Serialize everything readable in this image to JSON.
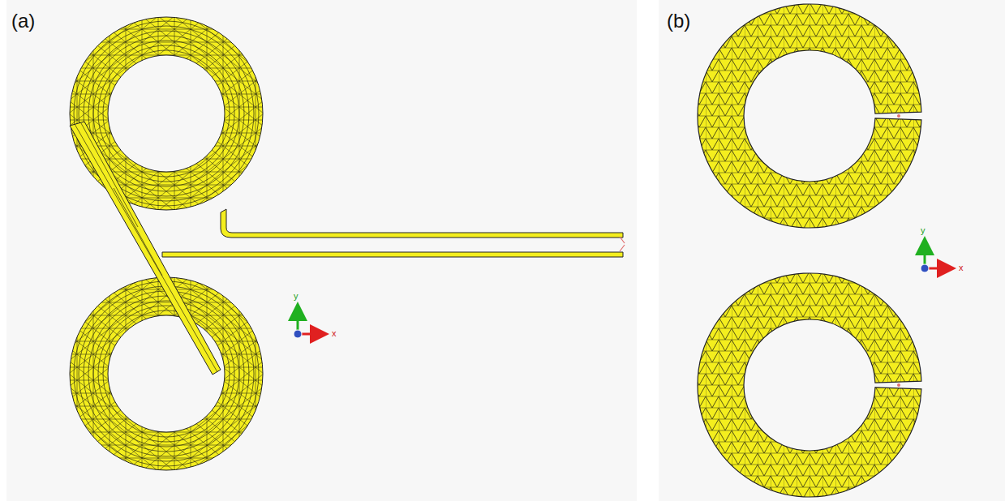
{
  "diagram": {
    "labels": [
      "(a)",
      "y",
      "x",
      "(b)",
      "y",
      "x"
    ]
  }
}
